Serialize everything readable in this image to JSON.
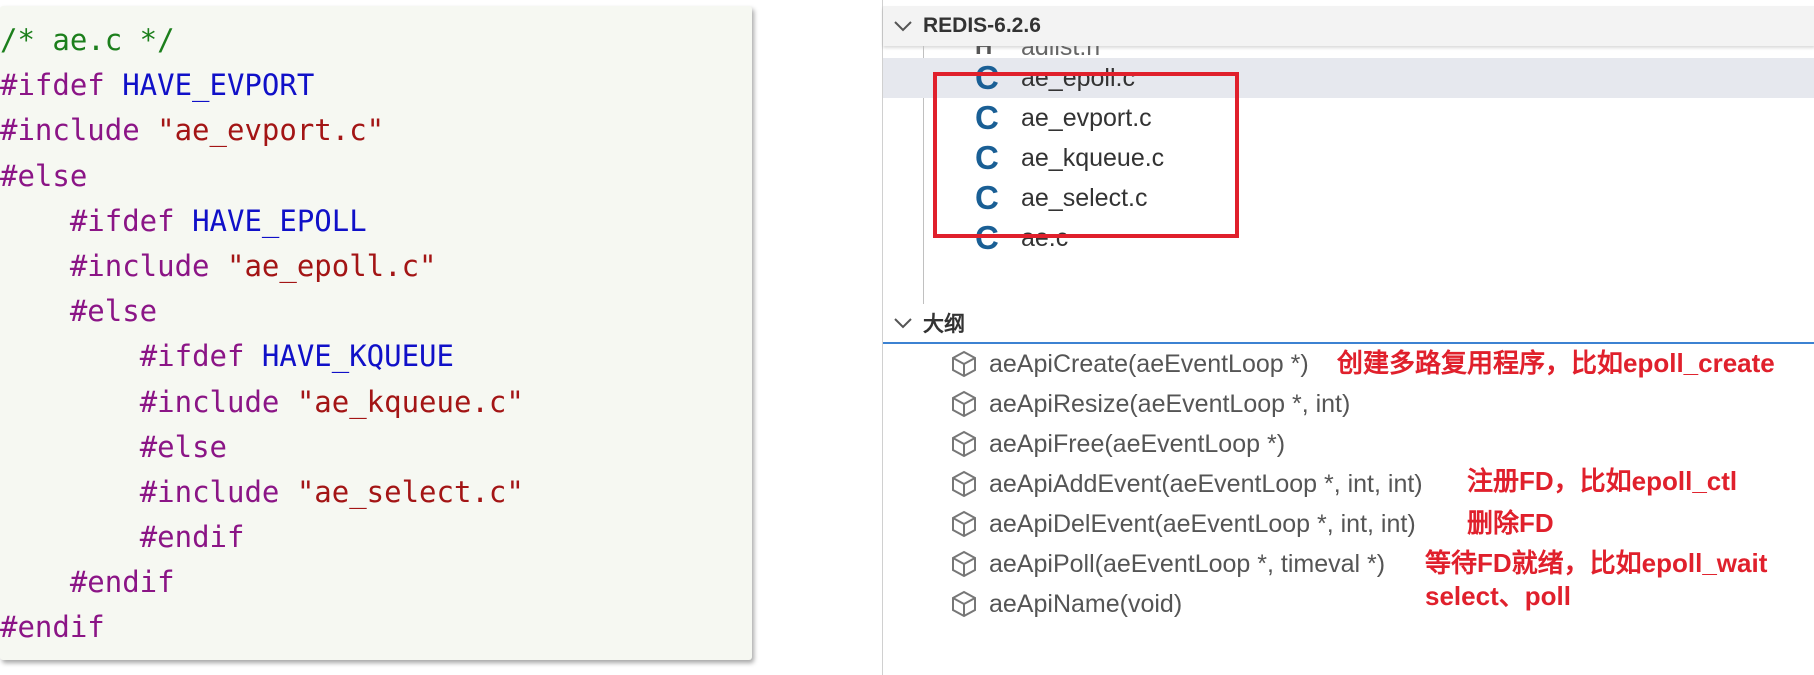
{
  "code": {
    "lines": [
      [
        {
          "t": "/* ae.c */",
          "c": "comment"
        }
      ],
      [
        {
          "t": "#ifdef ",
          "c": "dir"
        },
        {
          "t": "HAVE_EVPORT",
          "c": "macro"
        }
      ],
      [
        {
          "t": "#include ",
          "c": "dir"
        },
        {
          "t": "\"ae_evport.c\"",
          "c": "str"
        }
      ],
      [
        {
          "t": "#else",
          "c": "dir"
        }
      ],
      [
        {
          "t": "    "
        },
        {
          "t": "#ifdef ",
          "c": "dir"
        },
        {
          "t": "HAVE_EPOLL",
          "c": "macro"
        }
      ],
      [
        {
          "t": "    "
        },
        {
          "t": "#include ",
          "c": "dir"
        },
        {
          "t": "\"ae_epoll.c\"",
          "c": "str"
        }
      ],
      [
        {
          "t": "    "
        },
        {
          "t": "#else",
          "c": "dir"
        }
      ],
      [
        {
          "t": "        "
        },
        {
          "t": "#ifdef ",
          "c": "dir"
        },
        {
          "t": "HAVE_KQUEUE",
          "c": "macro"
        }
      ],
      [
        {
          "t": "        "
        },
        {
          "t": "#include ",
          "c": "dir"
        },
        {
          "t": "\"ae_kqueue.c\"",
          "c": "str"
        }
      ],
      [
        {
          "t": "        "
        },
        {
          "t": "#else",
          "c": "dir"
        }
      ],
      [
        {
          "t": "        "
        },
        {
          "t": "#include ",
          "c": "dir"
        },
        {
          "t": "\"ae_select.c\"",
          "c": "str"
        }
      ],
      [
        {
          "t": "        "
        },
        {
          "t": "#endif",
          "c": "dir"
        }
      ],
      [
        {
          "t": "    "
        },
        {
          "t": "#endif",
          "c": "dir"
        }
      ],
      [
        {
          "t": "#endif",
          "c": "dir"
        }
      ]
    ]
  },
  "explorer": {
    "repo_title": "REDIS-6.2.6",
    "partial_file": "adlist.h",
    "partial_icon": "h-file-icon",
    "files": [
      {
        "name": "ae_epoll.c",
        "icon": "c-file-icon",
        "selected": true
      },
      {
        "name": "ae_evport.c",
        "icon": "c-file-icon",
        "selected": false
      },
      {
        "name": "ae_kqueue.c",
        "icon": "c-file-icon",
        "selected": false
      },
      {
        "name": "ae_select.c",
        "icon": "c-file-icon",
        "selected": false
      },
      {
        "name": "ae.c",
        "icon": "c-file-icon",
        "selected": false
      }
    ],
    "c_icon_glyph": "C",
    "h_icon_glyph": "H",
    "outline_title": "大纲",
    "outline": [
      {
        "name": "aeApiCreate(aeEventLoop *)",
        "icon": "method-cube-icon"
      },
      {
        "name": "aeApiResize(aeEventLoop *, int)",
        "icon": "method-cube-icon"
      },
      {
        "name": "aeApiFree(aeEventLoop *)",
        "icon": "method-cube-icon"
      },
      {
        "name": "aeApiAddEvent(aeEventLoop *, int, int)",
        "icon": "method-cube-icon"
      },
      {
        "name": "aeApiDelEvent(aeEventLoop *, int, int)",
        "icon": "method-cube-icon"
      },
      {
        "name": "aeApiPoll(aeEventLoop *, timeval *)",
        "icon": "method-cube-icon"
      },
      {
        "name": "aeApiName(void)",
        "icon": "method-cube-icon"
      }
    ],
    "annotations": {
      "create": "创建多路复用程序，比如epoll_create",
      "add": "注册FD，比如epoll_ctl",
      "del": "删除FD",
      "poll_line1": "等待FD就绪，比如epoll_wait",
      "poll_line2": "select、poll"
    },
    "colors": {
      "annotation": "#e0202c",
      "c_icon": "#1a5f95",
      "outline_accent": "#3c82d2"
    }
  }
}
